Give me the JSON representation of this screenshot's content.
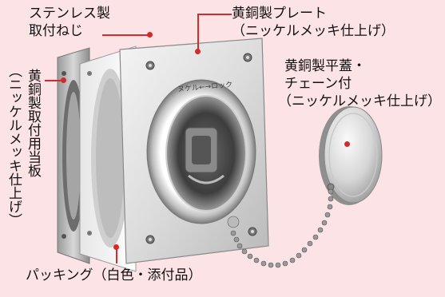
{
  "labels": {
    "screw_line1": "ステンレス製",
    "screw_line2": "取付ねじ",
    "plate_line1": "黄銅製プレート",
    "plate_line2": "（ニッケルメッキ仕上げ）",
    "cover_line1": "黄銅製平蓋・",
    "cover_line2": "チェーン付",
    "cover_line3": "（ニッケルメッキ仕上げ）",
    "backplate_col1": "黄銅製取付用当板",
    "backplate_col2": "（ニッケルメッキ仕上げ）",
    "packing": "パッキング（白色・添付品）"
  },
  "plate_marking": "ヌケル←→ロック",
  "colors": {
    "background": "#fbe3e6",
    "leader": "#d42a2a"
  }
}
